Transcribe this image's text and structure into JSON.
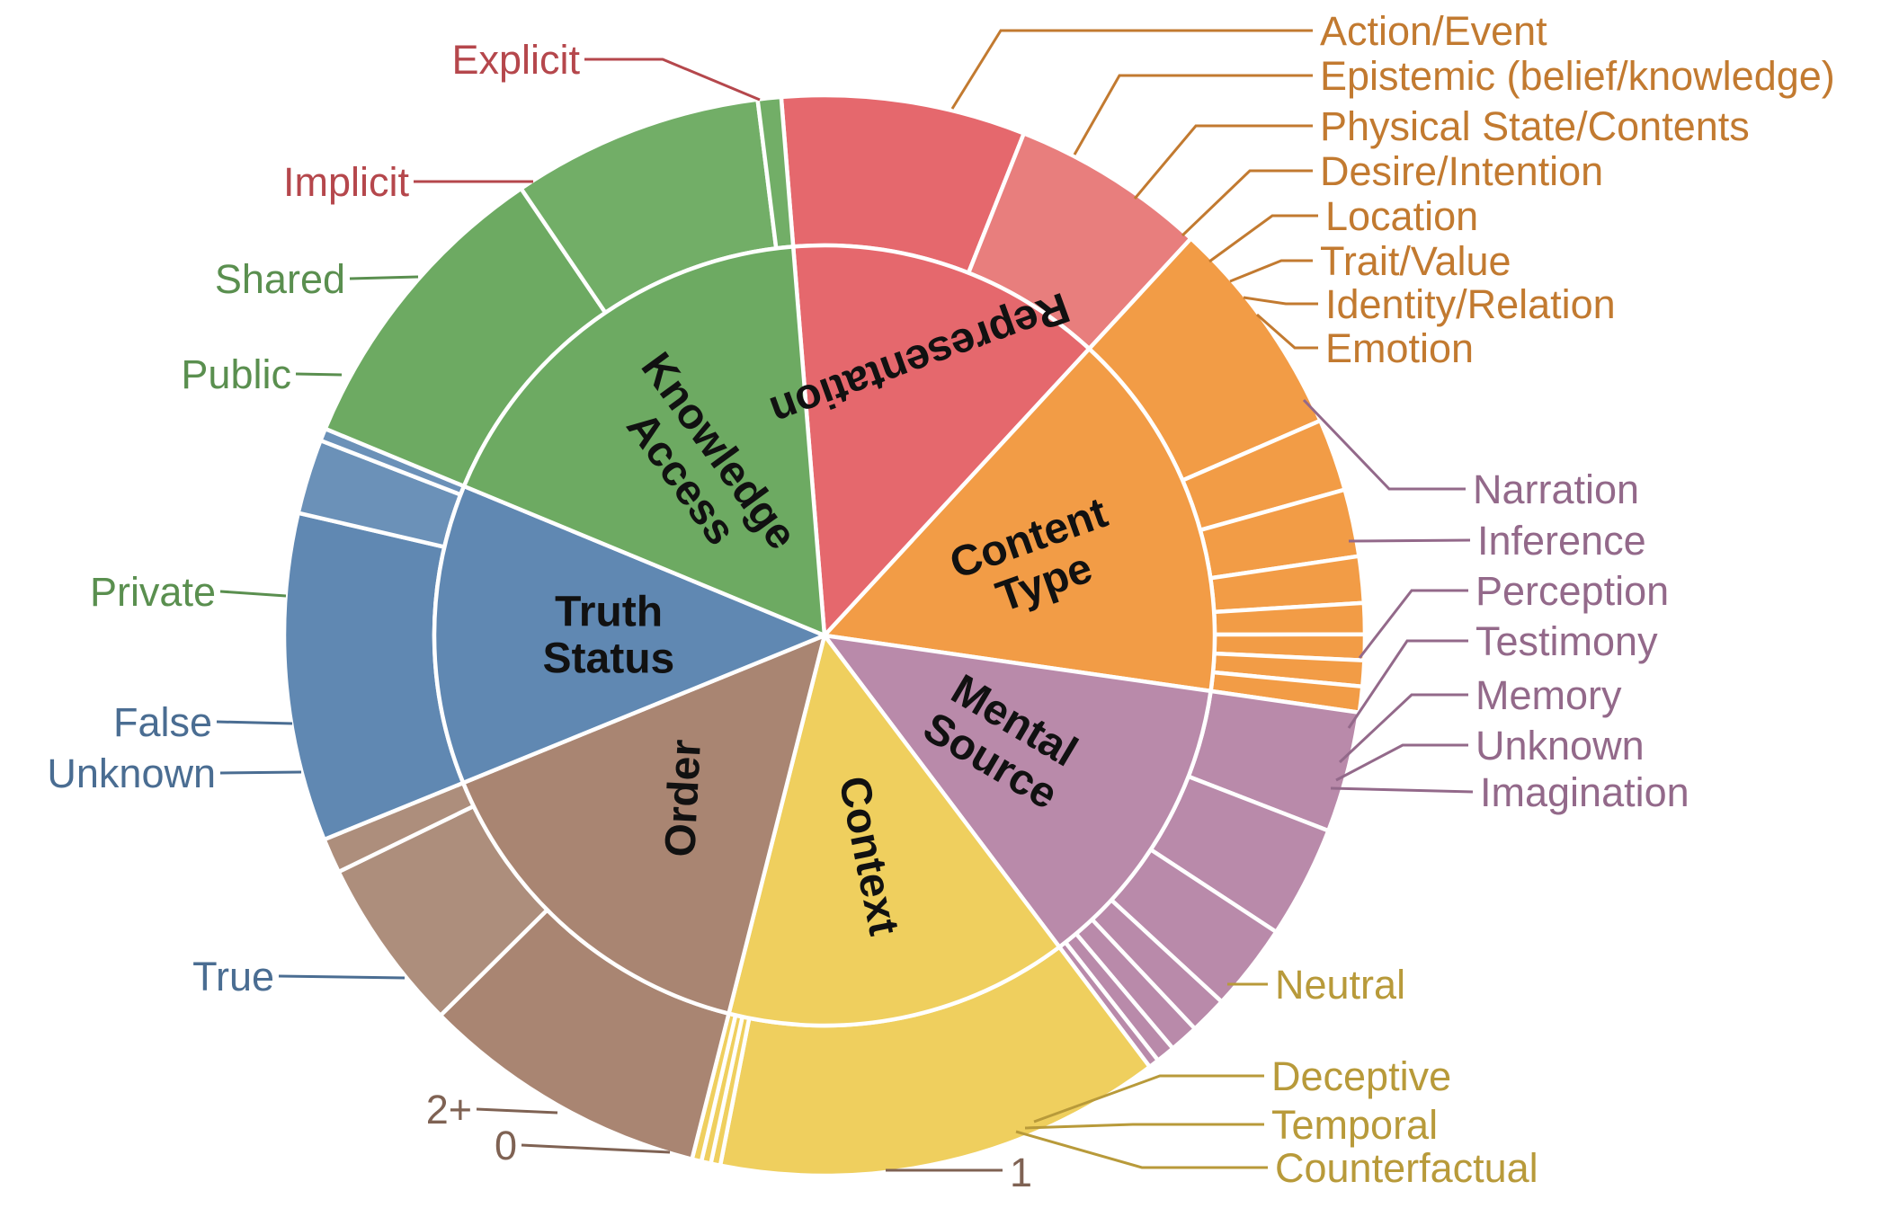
{
  "chart_data": {
    "type": "sunburst",
    "categories": [
      {
        "name": "Representation",
        "label_lines": [
          "Representation"
        ],
        "color": "#e5686d",
        "text_color": "#b5474c",
        "children": [
          {
            "name": "Implicit",
            "share": 0.555,
            "color": "#e5686d"
          },
          {
            "name": "Explicit",
            "share": 0.445,
            "color": "#e87e7d"
          }
        ]
      },
      {
        "name": "Content Type",
        "label_lines": [
          "Content",
          "Type"
        ],
        "color": "#f29c46",
        "text_color": "#c27a30",
        "children": [
          {
            "name": "Action/Event",
            "share": 0.43,
            "color": "#f29c46"
          },
          {
            "name": "Epistemic (belief/knowledge)",
            "share": 0.14,
            "color": "#f29c46"
          },
          {
            "name": "Physical State/Contents",
            "share": 0.13,
            "color": "#f29c46"
          },
          {
            "name": "Desire/Intention",
            "share": 0.09,
            "color": "#f29c46"
          },
          {
            "name": "Location",
            "share": 0.06,
            "color": "#f29c46"
          },
          {
            "name": "Trait/Value",
            "share": 0.05,
            "color": "#f29c46"
          },
          {
            "name": "Identity/Relation",
            "share": 0.05,
            "color": "#f29c46"
          },
          {
            "name": "Emotion",
            "share": 0.05,
            "color": "#f29c46"
          }
        ]
      },
      {
        "name": "Mental Source",
        "label_lines": [
          "Mental",
          "Source"
        ],
        "color": "#b98aaa",
        "text_color": "#93698a",
        "children": [
          {
            "name": "Narration",
            "share": 0.29,
            "color": "#b98aaa"
          },
          {
            "name": "Inference",
            "share": 0.27,
            "color": "#b98aaa"
          },
          {
            "name": "Perception",
            "share": 0.21,
            "color": "#b98aaa"
          },
          {
            "name": "Testimony",
            "share": 0.09,
            "color": "#b98aaa"
          },
          {
            "name": "Memory",
            "share": 0.07,
            "color": "#b98aaa"
          },
          {
            "name": "Unknown",
            "share": 0.045,
            "color": "#b98aaa"
          },
          {
            "name": "Imagination",
            "share": 0.025,
            "color": "#b98aaa"
          }
        ]
      },
      {
        "name": "Context",
        "label_lines": [
          "Context"
        ],
        "color": "#efcf5e",
        "text_color": "#b89a3a",
        "children": [
          {
            "name": "Neutral",
            "share": 0.94,
            "color": "#efcf5e"
          },
          {
            "name": "Deceptive",
            "share": 0.02,
            "color": "#efcf5e"
          },
          {
            "name": "Temporal",
            "share": 0.02,
            "color": "#efcf5e"
          },
          {
            "name": "Counterfactual",
            "share": 0.02,
            "color": "#efcf5e"
          }
        ]
      },
      {
        "name": "Order",
        "label_lines": [
          "Order"
        ],
        "color": "#a98572",
        "text_color": "#7f6253",
        "children": [
          {
            "name": "1",
            "share": 0.58,
            "color": "#a98572"
          },
          {
            "name": "0",
            "share": 0.35,
            "color": "#ad8e7c"
          },
          {
            "name": "2+",
            "share": 0.07,
            "color": "#ad8e7c"
          }
        ]
      },
      {
        "name": "Truth Status",
        "label_lines": [
          "Truth",
          "Status"
        ],
        "color": "#6088b2",
        "text_color": "#4a6d92",
        "children": [
          {
            "name": "True",
            "share": 0.79,
            "color": "#6088b2"
          },
          {
            "name": "Unknown",
            "share": 0.18,
            "color": "#6b91b8"
          },
          {
            "name": "False",
            "share": 0.03,
            "color": "#6b91b8"
          }
        ]
      },
      {
        "name": "Knowledge Access",
        "label_lines": [
          "Knowledge",
          "Access"
        ],
        "color": "#6daa62",
        "text_color": "#5a8f4f",
        "children": [
          {
            "name": "Private",
            "share": 0.53,
            "color": "#6daa62"
          },
          {
            "name": "Public",
            "share": 0.43,
            "color": "#72ae67"
          },
          {
            "name": "Shared",
            "share": 0.04,
            "color": "#72ae67"
          }
        ]
      }
    ]
  }
}
